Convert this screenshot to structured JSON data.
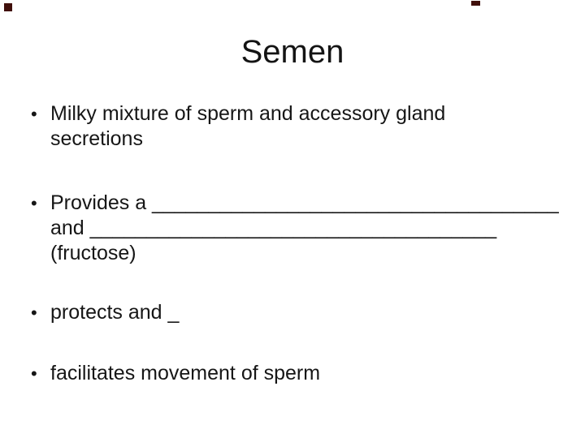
{
  "slide": {
    "title": "Semen",
    "bullet_char": "•",
    "bullets": [
      {
        "lines": [
          "Milky mixture of sperm and accessory gland",
          "secretions"
        ]
      },
      {
        "lines": [
          "Provides a ____________________________________",
          "and ____________________________________",
          "(fructose)"
        ]
      },
      {
        "lines": [
          "protects and _"
        ]
      },
      {
        "lines": [
          "facilitates movement of sperm"
        ]
      }
    ],
    "colors": {
      "background": "#ffffff",
      "text": "#161616",
      "corner_marks": "#400f0b"
    }
  }
}
